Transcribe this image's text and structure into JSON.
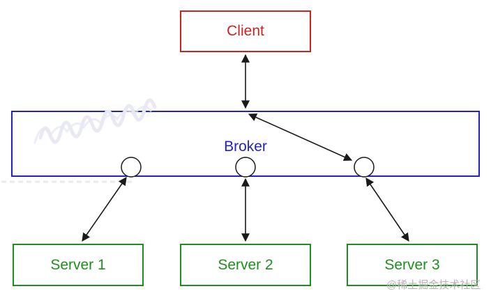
{
  "diagram": {
    "title_implied": "Client-Broker-Server architecture",
    "client": {
      "label": "Client",
      "color": "#cc2222"
    },
    "broker": {
      "label": "Broker",
      "color": "#2222cc",
      "ports": [
        "port-1",
        "port-2",
        "port-3"
      ]
    },
    "servers": [
      {
        "label": "Server 1",
        "color": "#1e8e1e"
      },
      {
        "label": "Server 2",
        "color": "#1e8e1e"
      },
      {
        "label": "Server 3",
        "color": "#1e8e1e"
      }
    ],
    "connections": [
      {
        "from": "Client",
        "to": "Broker",
        "style": "bidirectional-arrow"
      },
      {
        "from": "Broker top",
        "to": "port-3",
        "style": "bidirectional-arrow",
        "note": "internal routing"
      },
      {
        "from": "port-1",
        "to": "Server 1",
        "style": "bidirectional-arrow"
      },
      {
        "from": "port-2",
        "to": "Server 2",
        "style": "bidirectional-arrow"
      },
      {
        "from": "port-3",
        "to": "Server 3",
        "style": "bidirectional-arrow"
      }
    ]
  },
  "watermark": {
    "text": "@稀土掘金技术社区"
  },
  "colors": {
    "red": "#cc2222",
    "blue": "#2222cc",
    "green": "#1e8e1e",
    "line": "#1a1a1a",
    "watermark_gray": "#b3b3b3",
    "scribble": "#e9e9f3"
  }
}
